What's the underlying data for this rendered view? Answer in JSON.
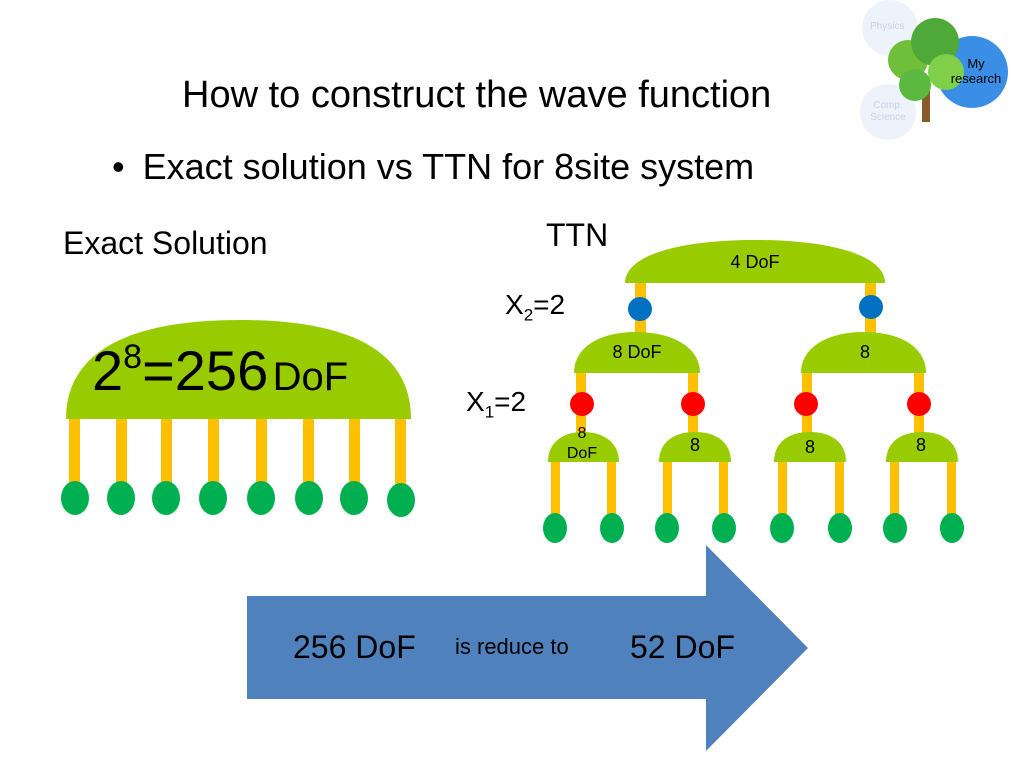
{
  "slide": {
    "title": "How to construct the wave function",
    "bullet": "Exact solution vs TTN for 8site system",
    "bullet_marker": "•"
  },
  "exact": {
    "label": "Exact Solution",
    "base": "2",
    "exponent": "8",
    "value": "=256",
    "unit": "DoF"
  },
  "ttn": {
    "label": "TTN",
    "x2_base": "X",
    "x2_sub": "2",
    "x2_value": "=2",
    "x1_base": "X",
    "x1_sub": "1",
    "x1_value": "=2",
    "top_node": "4   DoF",
    "mid_left": "8 DoF",
    "mid_right": "8",
    "leaf1_line1": "8",
    "leaf1_line2": "DoF",
    "leaf2": "8",
    "leaf3": "8",
    "leaf4": "8"
  },
  "arrow": {
    "left": "256 DoF",
    "middle": "is reduce to",
    "right": "52 DoF"
  },
  "logo": {
    "my_research": "My research",
    "faint_top": "Physics",
    "faint_bottom": "Comp. Science"
  },
  "colors": {
    "dome": "#99cc00",
    "stem": "#ffc000",
    "site": "#00b050",
    "x2_node": "#0070c0",
    "x1_node": "#ff0000",
    "arrow": "#4f81bd",
    "badge": "#3a8ee6"
  }
}
